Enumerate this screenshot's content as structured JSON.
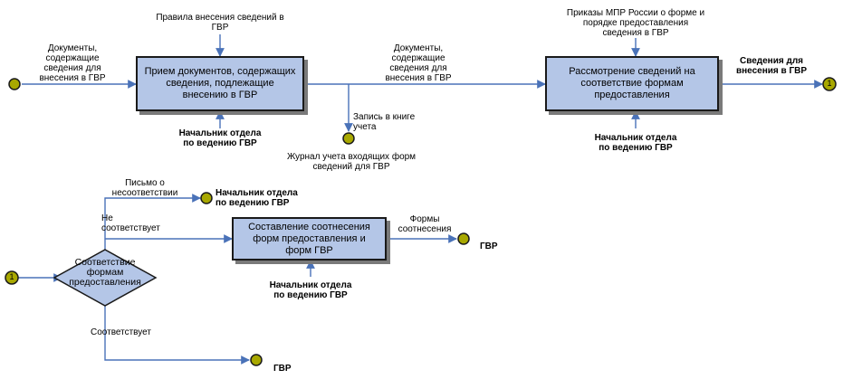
{
  "processes": {
    "p1": "Прием документов, содержащих сведения, подлежащие внесению в ГВР",
    "p2": "Рассмотрение сведений на соответствие формам предоставления",
    "p3": "Составление соотнесения форм предоставления и форм ГВР"
  },
  "decision": {
    "text": "Соответствие формам предоставления"
  },
  "labels": {
    "rules": "Правила внесения сведений в\nГВР",
    "docs_in": "Документы,\nсодержащие\nсведения для\nвнесения в ГВР",
    "head1": "Начальник отдела\nпо ведению ГВР",
    "docs_mid": "Документы,\nсодержащие\nсведения для\nвнесения в ГВР",
    "record": "Запись в книге\nучета",
    "journal": "Журнал учета входящих форм\nсведений для ГВР",
    "orders": "Приказы МПР России о форме и\nпорядке предоставления\nсведения в ГВР",
    "out_info": "Сведения для\nвнесения в ГВР",
    "head2": "Начальник отдела\nпо ведению ГВР",
    "letter": "Письмо о\nнесоответствии",
    "head_letter": "Начальник отдела\nпо ведению ГВР",
    "not_match": "Не\nсоответствует",
    "forms": "Формы\nсоотнесения",
    "gvr1": "ГВР",
    "head3": "Начальник отдела\nпо ведению ГВР",
    "match": "Соответствует",
    "gvr2": "ГВР"
  },
  "connectors": {
    "c_out": "1",
    "c_in": "1"
  },
  "colors": {
    "box_fill": "#b4c6e7",
    "line": "#4a72b8",
    "terminal": "#a8a800"
  }
}
